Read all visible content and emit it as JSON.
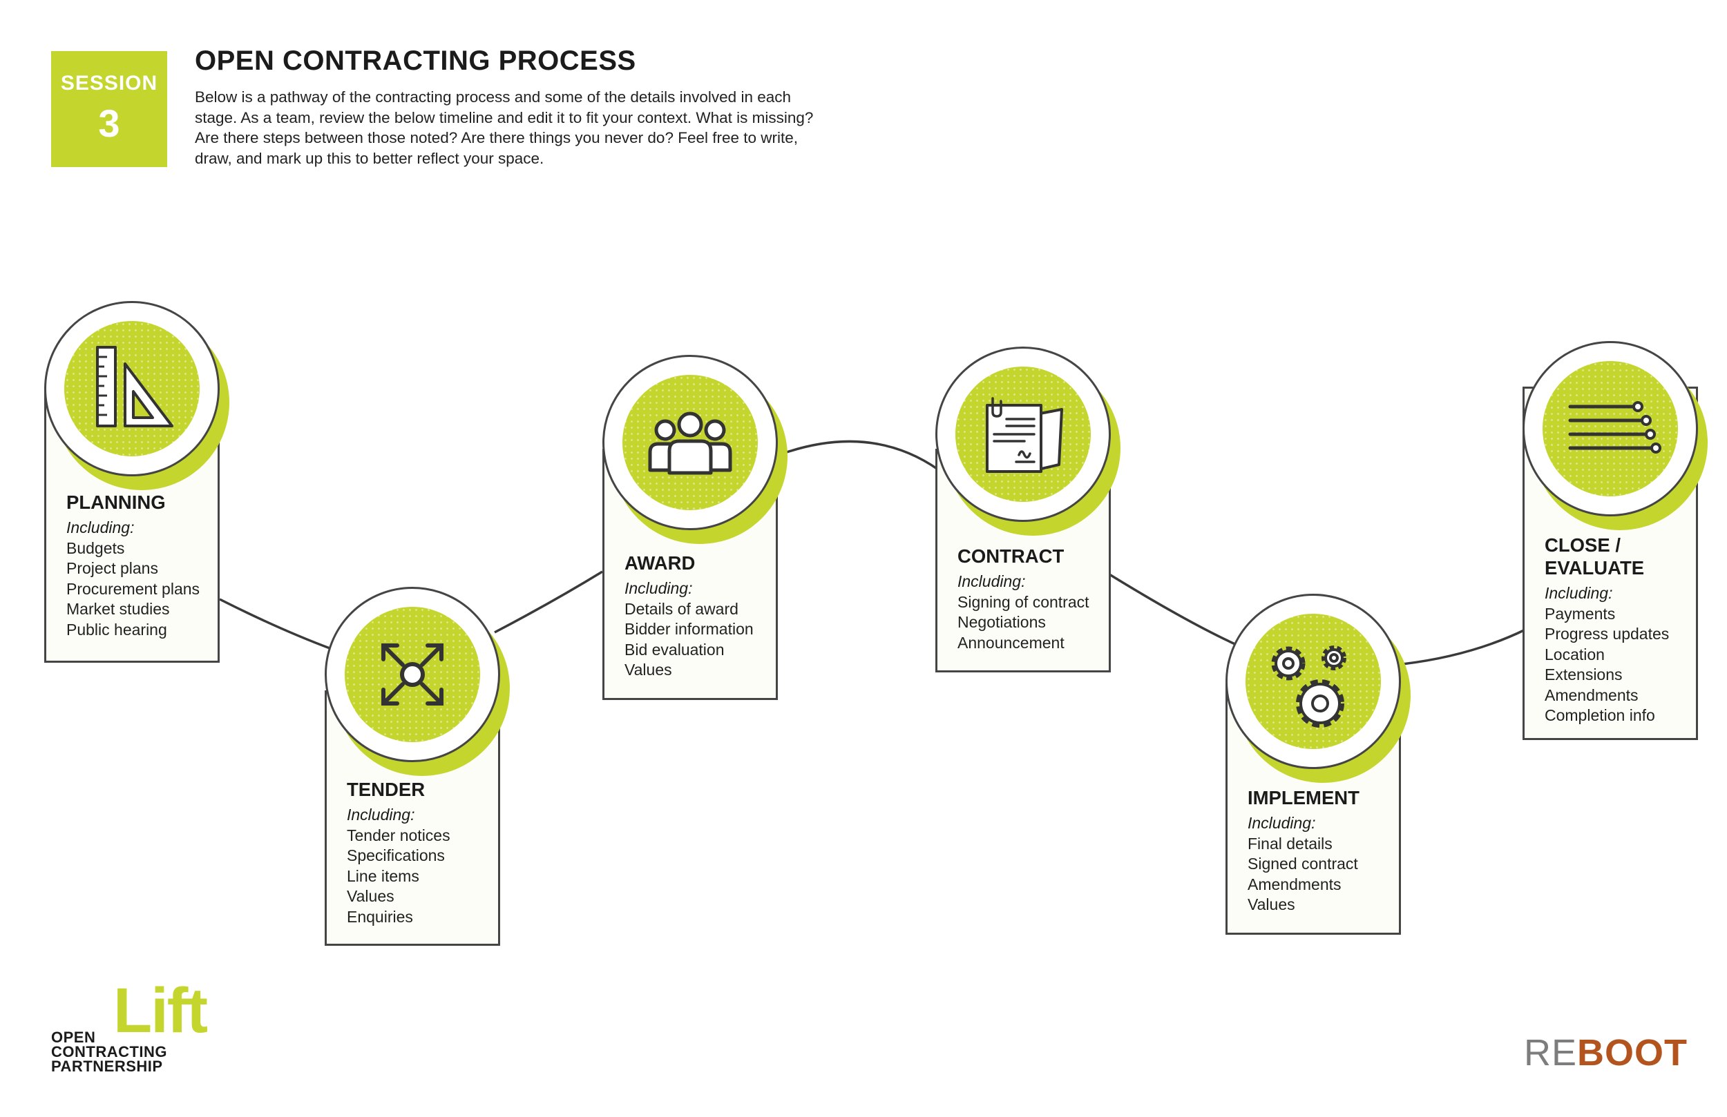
{
  "session": {
    "label": "SESSION",
    "number": "3"
  },
  "title": "OPEN CONTRACTING PROCESS",
  "intro": "Below is a pathway of the contracting process and some of the details involved in each stage. As a team, review the below timeline and edit it to fit your context. What is missing? Are there steps between those noted? Are there things you never do? Feel free to write, draw, and mark up this to better reflect your space.",
  "colors": {
    "accent": "#c4d52e",
    "outline": "#454545",
    "reboot": "#b3541e"
  },
  "stages": [
    {
      "title": "PLANNING",
      "including": "Including:",
      "icon": "ruler-triangle-icon",
      "items": [
        "Budgets",
        "Project plans",
        "Procurement plans",
        "Market studies",
        "Public hearing"
      ]
    },
    {
      "title": "TENDER",
      "including": "Including:",
      "icon": "expand-arrows-icon",
      "items": [
        "Tender notices",
        "Specifications",
        "Line items",
        "Values",
        "Enquiries"
      ]
    },
    {
      "title": "AWARD",
      "including": "Including:",
      "icon": "people-group-icon",
      "items": [
        "Details of award",
        "Bidder information",
        "Bid evaluation",
        "Values"
      ]
    },
    {
      "title": "CONTRACT",
      "including": "Including:",
      "icon": "signed-document-icon",
      "items": [
        "Signing of contract",
        "Negotiations",
        "Announcement"
      ]
    },
    {
      "title": "IMPLEMENT",
      "including": "Including:",
      "icon": "gears-icon",
      "items": [
        "Final details",
        "Signed contract",
        "Amendments",
        "Values"
      ]
    },
    {
      "title": "CLOSE / EVALUATE",
      "including": "Including:",
      "icon": "list-lines-icon",
      "items": [
        "Payments",
        "Progress updates",
        "Location",
        "Extensions",
        "Amendments",
        "Completion info"
      ]
    }
  ],
  "logos": {
    "lift": "Lift",
    "ocp": [
      "OPEN",
      "CONTRACTING",
      "PARTNERSHIP"
    ],
    "reboot_re": "RE",
    "reboot_boot": "BOOT"
  }
}
